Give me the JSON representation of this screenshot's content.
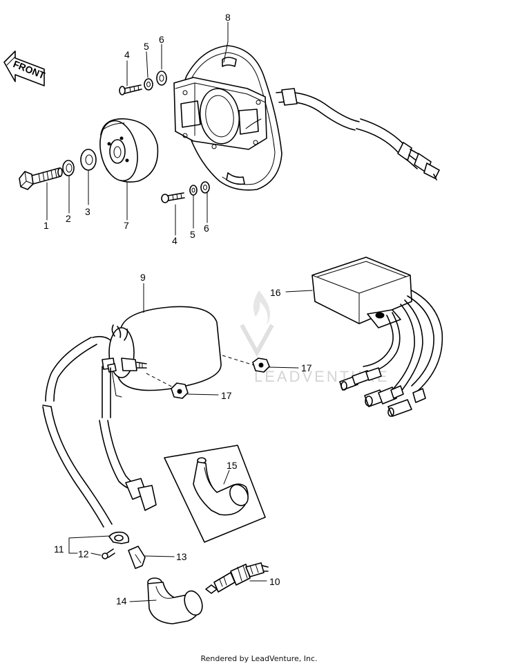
{
  "front_label": "FRONT",
  "watermark": "LEADVENTURE",
  "footer": "Rendered by LeadVenture, Inc.",
  "callouts": {
    "c1": "1",
    "c2": "2",
    "c3": "3",
    "c4a": "4",
    "c5a": "5",
    "c6a": "6",
    "c4b": "4",
    "c5b": "5",
    "c6b": "6",
    "c7": "7",
    "c8": "8",
    "c9": "9",
    "c10": "10",
    "c11": "11",
    "c12": "12",
    "c13": "13",
    "c14": "14",
    "c15": "15",
    "c16": "16",
    "c17a": "17",
    "c17b": "17"
  }
}
